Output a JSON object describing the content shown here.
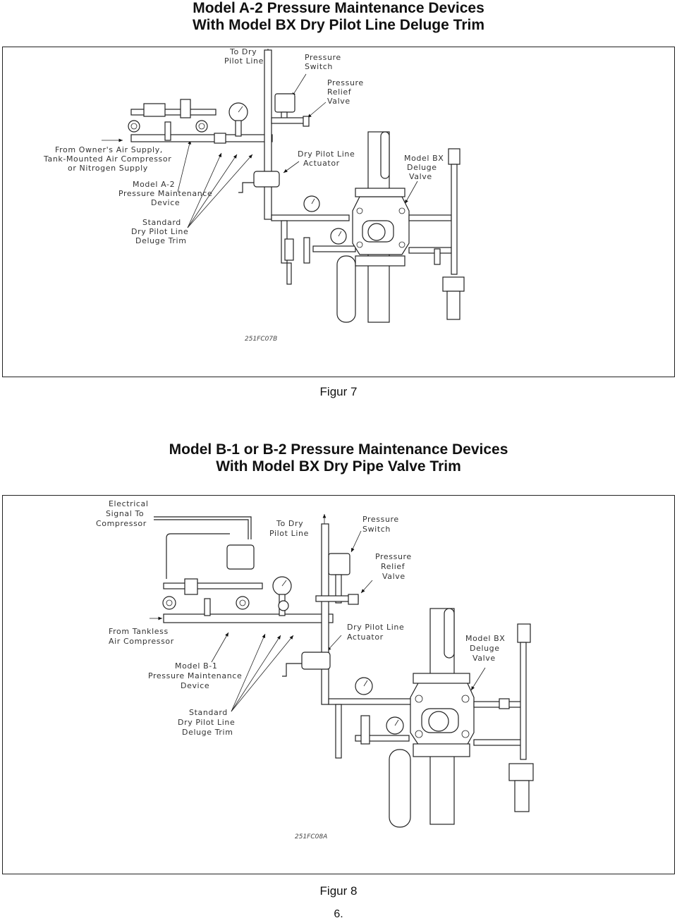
{
  "figure7": {
    "title_line1": "Model A-2 Pressure Maintenance Devices",
    "title_line2": "With Model BX Dry Pilot Line Deluge Trim",
    "labels": {
      "to_dry_pilot_line": [
        "To Dry",
        "Pilot Line"
      ],
      "pressure_switch": [
        "Pressure",
        "Switch"
      ],
      "pressure_relief_valve": [
        "Pressure",
        "Relief",
        "Valve"
      ],
      "air_supply": [
        "From Owner's Air Supply,",
        "Tank-Mounted Air Compressor",
        "or Nitrogen Supply"
      ],
      "dry_pilot_line_actuator": [
        "Dry Pilot Line",
        "Actuator"
      ],
      "model_bx_deluge_valve": [
        "Model BX",
        "Deluge",
        "Valve"
      ],
      "model_a2_device": [
        "Model A-2",
        "Pressure Maintenance",
        "Device"
      ],
      "standard_trim": [
        "Standard",
        "Dry Pilot Line",
        "Deluge Trim"
      ]
    },
    "drawing_code": "251FC07B",
    "caption": "Figur 7"
  },
  "figure8": {
    "title_line1": "Model B-1 or B-2 Pressure Maintenance Devices",
    "title_line2": "With Model BX Dry Pipe Valve Trim",
    "labels": {
      "electrical_signal": [
        "Electrical",
        "Signal To",
        "Compressor"
      ],
      "to_dry_pilot_line": [
        "To Dry",
        "Pilot Line"
      ],
      "pressure_switch": [
        "Pressure",
        "Switch"
      ],
      "pressure_relief_valve": [
        "Pressure",
        "Relief",
        "Valve"
      ],
      "tankless_compressor": [
        "From Tankless",
        "Air Compressor"
      ],
      "dry_pilot_line_actuator": [
        "Dry Pilot Line",
        "Actuator"
      ],
      "model_bx_deluge_valve": [
        "Model BX",
        "Deluge",
        "Valve"
      ],
      "model_b1_device": [
        "Model B-1",
        "Pressure Maintenance",
        "Device"
      ],
      "standard_trim": [
        "Standard",
        "Dry Pilot Line",
        "Deluge Trim"
      ]
    },
    "drawing_code": "251FC08A",
    "caption": "Figur 8"
  },
  "page_number": "6."
}
